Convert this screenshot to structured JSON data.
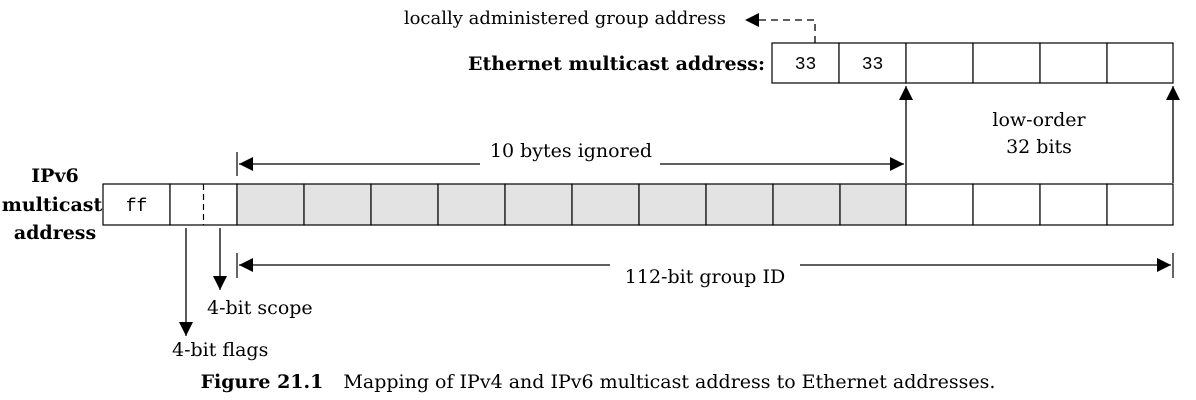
{
  "ethernet": {
    "label": "Ethernet multicast address:",
    "bytes": [
      "33",
      "33",
      "",
      "",
      "",
      ""
    ],
    "group_note": "locally administered group address",
    "low_order_label_line1": "low-order",
    "low_order_label_line2": "32 bits"
  },
  "ipv6": {
    "label_line1": "IPv6",
    "label_line2": "multicast",
    "label_line3": "address",
    "first_byte": "ff",
    "ignored_label": "10 bytes ignored",
    "group_id_label": "112-bit group ID",
    "scope_label": "4-bit scope",
    "flags_label": "4-bit flags"
  },
  "caption": {
    "figure_number": "Figure 21.1",
    "text": "Mapping of IPv4 and IPv6 multicast address to Ethernet addresses."
  },
  "colors": {
    "ignored_fill": "#e3e3e3",
    "stroke": "#000000"
  }
}
